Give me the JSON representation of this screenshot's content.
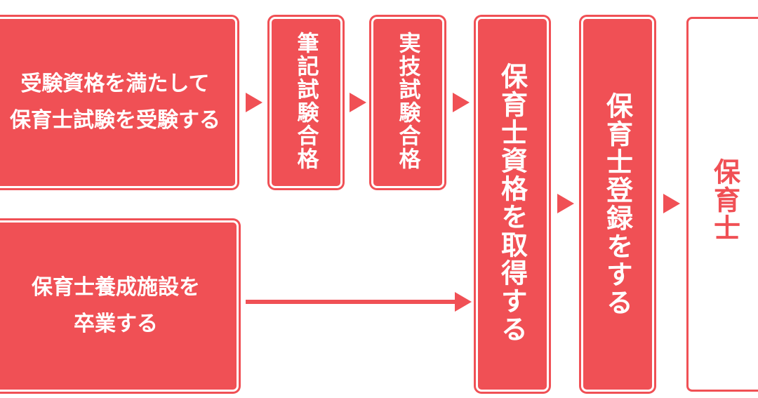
{
  "colors": {
    "accent": "#f05055",
    "text_on_accent": "#ffffff"
  },
  "boxes": {
    "exam": {
      "line1": "受験資格を満たして",
      "line2": "保育士試験を受験する"
    },
    "school": {
      "line1": "保育士養成施設を",
      "line2": "卒業する"
    },
    "written": {
      "label": "筆記試験合格"
    },
    "practical": {
      "label": "実技試験合格"
    },
    "qualify": {
      "label": "保育士資格を取得する"
    },
    "register": {
      "label": "保育士登録をする"
    },
    "result": {
      "label": "保育士"
    }
  }
}
